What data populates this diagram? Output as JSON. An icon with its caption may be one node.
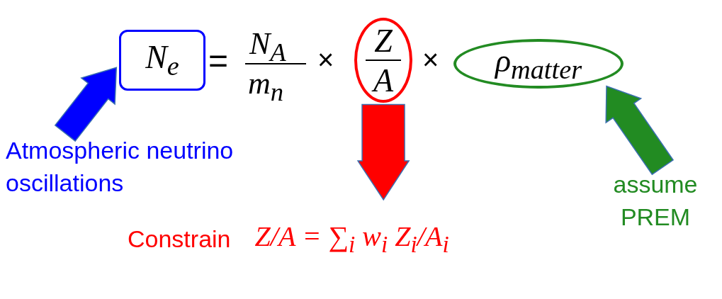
{
  "diagram": {
    "nodes": [
      {
        "text": [
          "N$_{e}$"
        ]
      },
      {
        "text": [
          "Z",
          "A"
        ]
      },
      {
        "text": [
          "ρ$_{matter}$"
        ]
      },
      {
        "text": [
          "Atmospheric neutrino oscillations"
        ]
      },
      {
        "text": [
          "assume PREM"
        ]
      },
      {
        "text": [
          "Constrain",
          "Z/A = ∑$_{i}$ w$_{i}$ Z$_{i}$/A$_{i}$"
        ]
      }
    ],
    "edges": [
      {
        "from": 3,
        "to": 0,
        "arrow": "to",
        "style": "thick",
        "color": "#0000ff"
      },
      {
        "from": 1,
        "to": 5,
        "arrow": "to",
        "style": "thick",
        "color": "#ff0000"
      },
      {
        "from": 4,
        "to": 2,
        "arrow": "to",
        "style": "thick",
        "color": "#228b22"
      }
    ],
    "labels": [
      "=",
      "N$_{A}$",
      "m$_{n}$",
      "×",
      "×"
    ]
  }
}
